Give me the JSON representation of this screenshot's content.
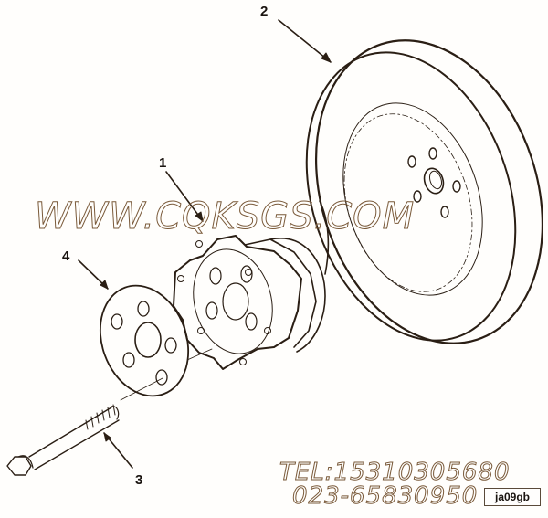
{
  "diagram": {
    "type": "exploded-parts-diagram",
    "subject": "crankshaft vibration damper assembly",
    "line_color": "#2a1e14",
    "background": "#fffefc",
    "callouts": [
      {
        "number": "1",
        "part": "damper adapter / hub"
      },
      {
        "number": "2",
        "part": "vibration damper"
      },
      {
        "number": "3",
        "part": "capscrew"
      },
      {
        "number": "4",
        "part": "plate / spacer"
      }
    ],
    "figure_code": "ja09gb"
  },
  "watermark": {
    "url": "WWW.CQKSGS.COM",
    "tel": "TEL:15310305680",
    "fax": "023-65830950",
    "color": "#7a5a3a"
  }
}
